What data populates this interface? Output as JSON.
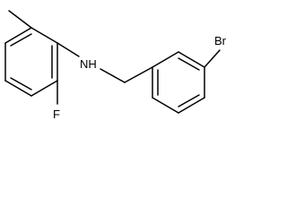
{
  "molecule": {
    "atoms": {
      "nitrogen": "NH",
      "fluorine": "F",
      "bromine": "Br"
    },
    "colors": {
      "bond": "#000000",
      "label": "#000000",
      "background": "#ffffff"
    }
  }
}
